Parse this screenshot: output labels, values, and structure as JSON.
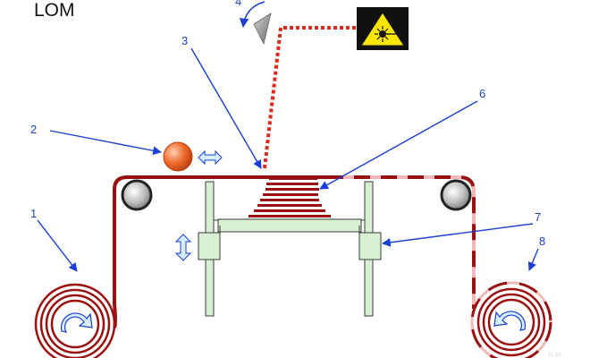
{
  "title": "LOM",
  "callouts": [
    {
      "id": "1",
      "label": "1"
    },
    {
      "id": "2",
      "label": "2"
    },
    {
      "id": "3",
      "label": "3"
    },
    {
      "id": "4",
      "label": "4"
    },
    {
      "id": "6",
      "label": "6"
    },
    {
      "id": "7",
      "label": "7"
    },
    {
      "id": "8",
      "label": "8"
    }
  ],
  "watermark": "11.30",
  "colors": {
    "foil_dark": "#9b1010",
    "foil_light": "#f1b9b9",
    "laser_beam": "#e0281c",
    "frame_fill": "#d8f0d2",
    "frame_stroke": "#3a3a3a",
    "callout_blue": "#1a3fd6",
    "arrow_blue_fill": "#d6eeff",
    "roller_orange": "#f06a2a",
    "warning_yellow": "#ffe600"
  },
  "icons": {
    "laser": "laser-warning-icon",
    "mirror": "mirror-icon",
    "rotation": "rotation-arrow-icon"
  }
}
